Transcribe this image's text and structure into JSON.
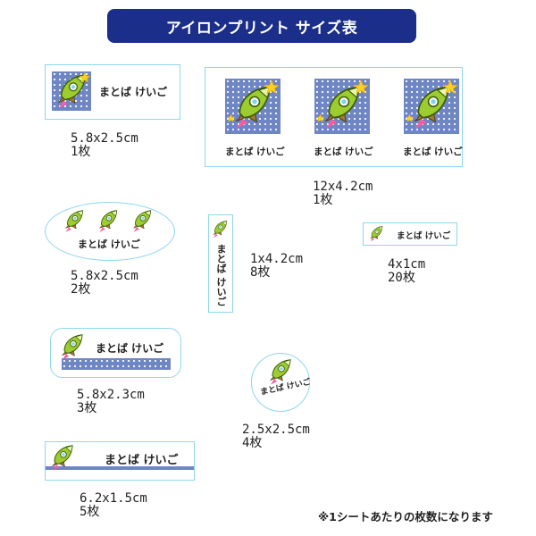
{
  "title": "アイロンプリント サイズ表",
  "name": "まとば けいご",
  "labels": [
    {
      "size": "5.8x2.5cm",
      "count": "1枚"
    },
    {
      "size": "12x4.2cm",
      "count": "1枚"
    },
    {
      "size": "5.8x2.5cm",
      "count": "2枚"
    },
    {
      "size": "1x4.2cm",
      "count": "8枚"
    },
    {
      "size": "4x1cm",
      "count": "20枚"
    },
    {
      "size": "5.8x2.3cm",
      "count": "3枚"
    },
    {
      "size": "2.5x2.5cm",
      "count": "4枚"
    },
    {
      "size": "6.2x1.5cm",
      "count": "5枚"
    }
  ],
  "footnote": "※1シートあたりの枚数になります",
  "icons": [
    "rocket-icon",
    "star-icon"
  ],
  "colors": {
    "banner": "#1b2f8a",
    "frame": "#8fd6f0",
    "dot_panel": "#6f86c4",
    "rocket_green": "#9ccc2e",
    "star": "#ffd21a"
  }
}
